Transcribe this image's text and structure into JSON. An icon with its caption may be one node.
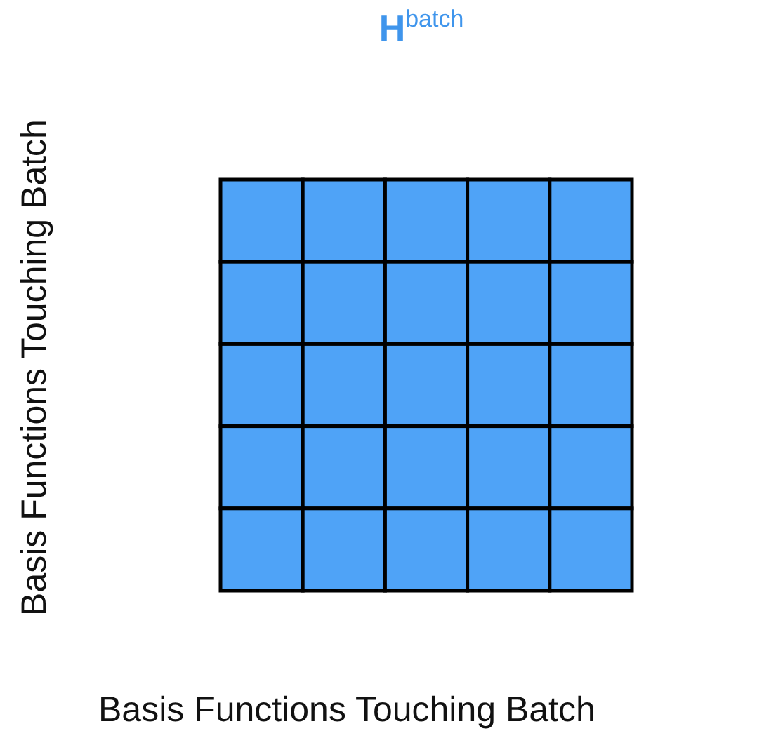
{
  "diagram": {
    "title": "**H**$^{batch}$",
    "labels": [
      "Basis Functions Touching Batch",
      "Basis Functions Touching Batch"
    ]
  }
}
